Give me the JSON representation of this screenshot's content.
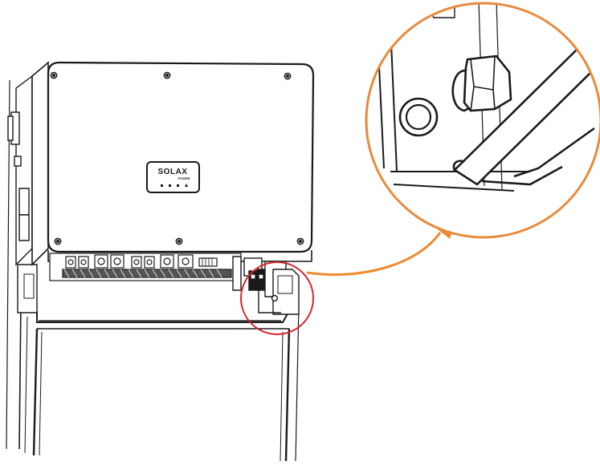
{
  "logo": {
    "brand": "SOLAX",
    "sub": "POWER"
  },
  "colors": {
    "line": "#1a1a1a",
    "callout_arrow": "#ef8a2e",
    "zoom_ring": "#e88a3c",
    "highlight_ring": "#d8262c",
    "background": "#ffffff"
  },
  "icons": {
    "led_indicators": [
      "led-dot",
      "led-dot",
      "led-dot",
      "warning-triangle"
    ]
  }
}
